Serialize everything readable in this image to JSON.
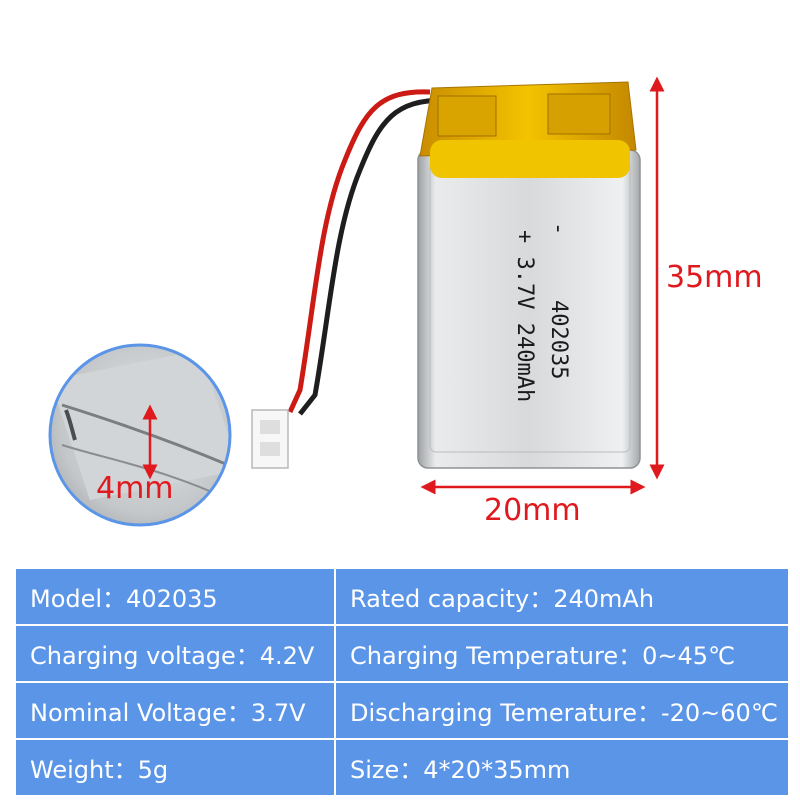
{
  "product": {
    "battery_print": {
      "minus": "-",
      "line1": "+ 3.7V 240mAh",
      "line2": "402035"
    },
    "dimensions": {
      "height": "35mm",
      "width": "20mm",
      "thickness": "4mm"
    }
  },
  "colors": {
    "accent_red": "#e0191f",
    "table_blue": "#5b95e8",
    "battery_gold": "#e7b100",
    "battery_silver": "#c9ccce",
    "zoom_circle_border": "#5b95e8"
  },
  "specs": {
    "rows": [
      [
        "Model：402035",
        "Rated capacity：240mAh"
      ],
      [
        "Charging voltage：4.2V",
        "Charging Temperature：0~45℃"
      ],
      [
        "Nominal Voltage：3.7V",
        "Discharging Temerature：-20~60℃"
      ],
      [
        "Weight：5g",
        "Size：4*20*35mm"
      ]
    ]
  }
}
